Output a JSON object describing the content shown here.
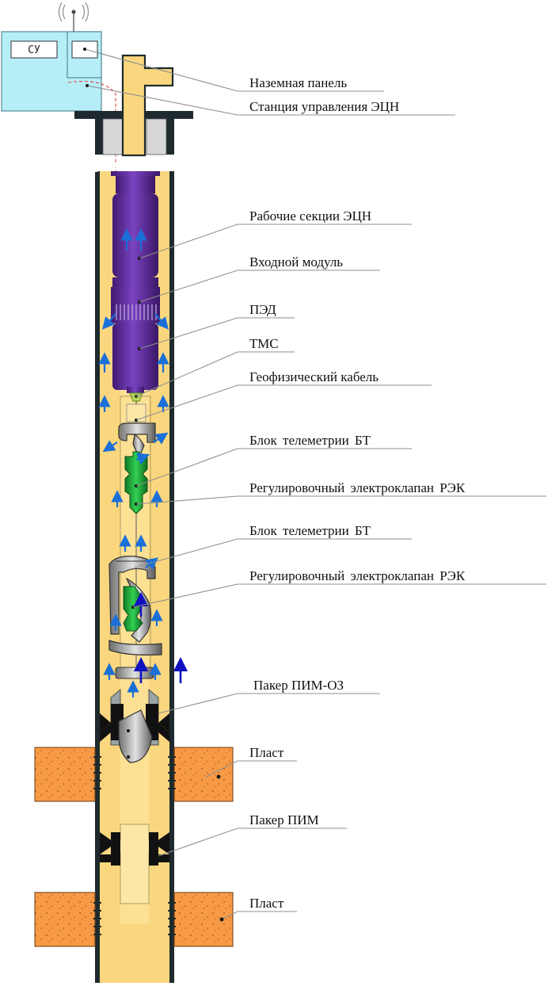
{
  "station": {
    "cu_label": "СУ"
  },
  "labels": [
    "Наземная панель",
    "Станция управления ЭЦН",
    "Рабочие секции ЭЦН",
    "Входной модуль",
    "ПЭД",
    "ТМС",
    "Геофизический кабель",
    "Блок телеметрии БТ",
    "Регулировочный электроклапан РЭК",
    "Блок телеметрии БТ",
    "Регулировочный электроклапан РЭК",
    "Пакер ПИМ-ОЗ",
    "Пласт",
    "Пакер ПИМ",
    "Пласт"
  ],
  "colors": {
    "casing_fill": "#fad77e",
    "casing_wall": "#1f2a2e",
    "tubing_fill": "#fde7a6",
    "pump_purple": "#5b2c96",
    "valve_green": "#1fa83a",
    "formation_orange": "#f79a45",
    "flow_arrow_blue": "#1a6fd8",
    "station_fill": "#b6eef7",
    "leader_line": "#8f8f8f"
  }
}
